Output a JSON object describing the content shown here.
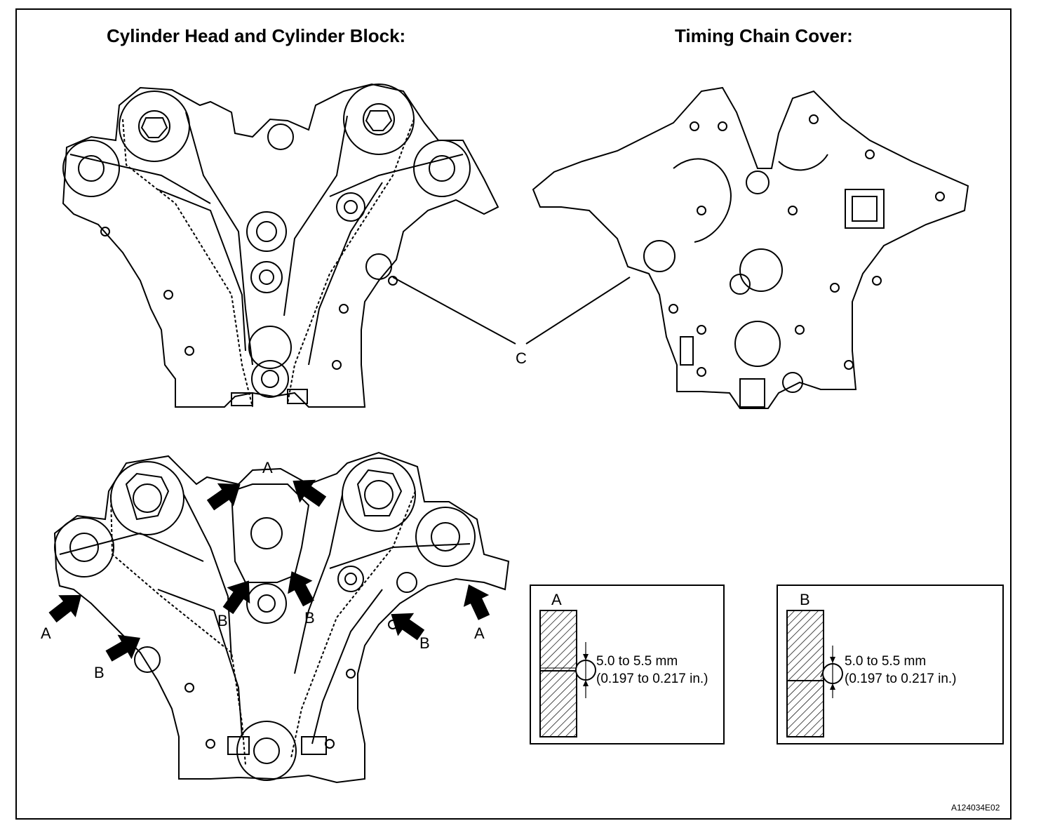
{
  "titles": {
    "left": "Cylinder Head and Cylinder Block:",
    "right": "Timing Chain Cover:"
  },
  "callouts": {
    "c": "C",
    "a": "A",
    "b": "B"
  },
  "detail_a": {
    "label": "A",
    "spec_mm": "5.0 to 5.5 mm",
    "spec_in": "(0.197 to 0.217 in.)"
  },
  "detail_b": {
    "label": "B",
    "spec_mm": "5.0 to 5.5 mm",
    "spec_in": "(0.197 to 0.217 in.)"
  },
  "figure_id": "A124034E02"
}
